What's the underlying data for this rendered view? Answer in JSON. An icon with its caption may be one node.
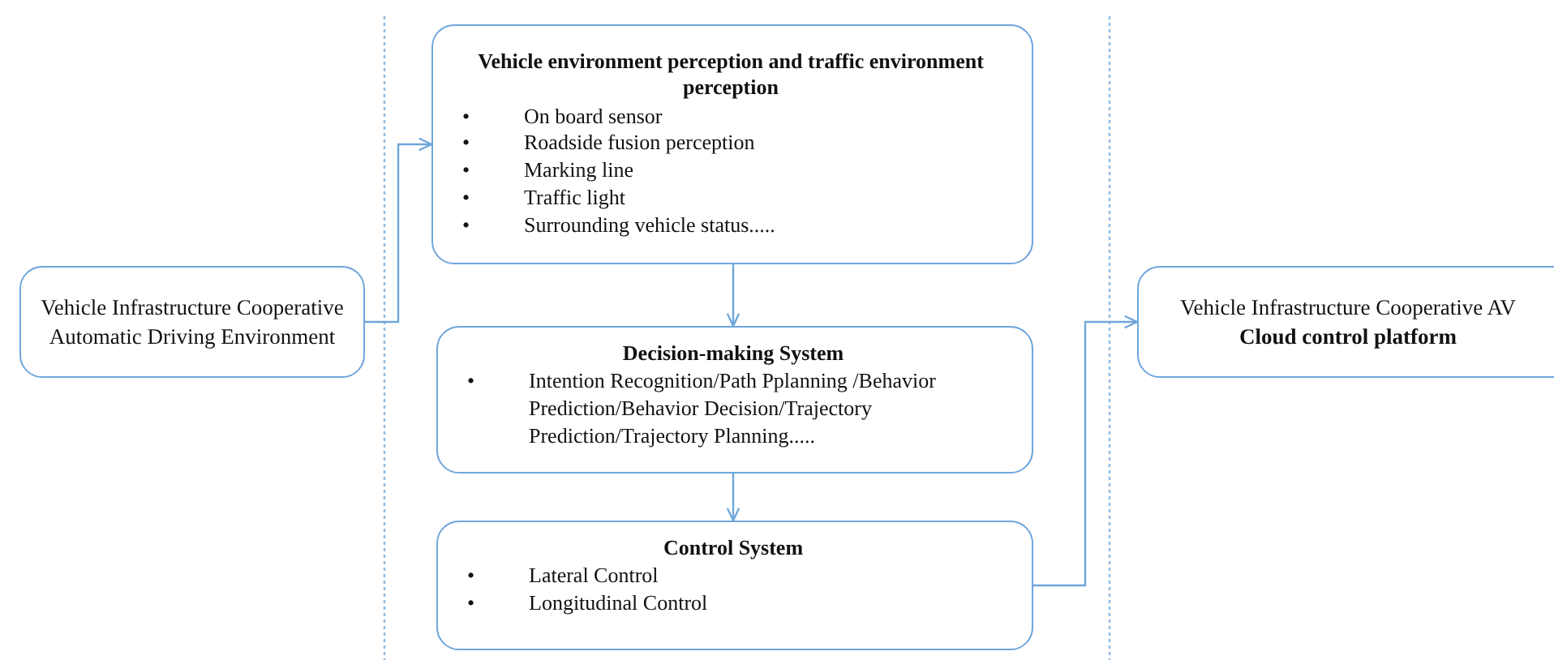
{
  "diagram": {
    "nodes": [
      {
        "text": [
          "Vehicle Infrastructure Cooperative Automatic Driving Environment"
        ]
      },
      {
        "text": [
          "Vehicle environment perception and traffic environment perception",
          "•\tOn board sensor",
          "•\tRoadside fusion perception",
          "•\tMarking line",
          "•\tTraffic light",
          "•\tSurrounding vehicle status....."
        ]
      },
      {
        "text": [
          "Decision-making System",
          "•\tIntention Recognition/Path Pplanning /Behavior Prediction/Behavior Decision/Trajectory Prediction/Trajectory Planning....."
        ]
      },
      {
        "text": [
          "Control System",
          "•\tLateral Control",
          "•\tLongitudinal Control"
        ]
      },
      {
        "text": [
          "Vehicle Infrastructure Cooperative AV **Cloud control platform**"
        ]
      }
    ],
    "edges": [
      {
        "from": 0,
        "to": 1,
        "arrow": "to"
      },
      {
        "from": 1,
        "to": 2,
        "arrow": "to"
      },
      {
        "from": 2,
        "to": 3,
        "arrow": "to"
      },
      {
        "from": 3,
        "to": 4,
        "arrow": "to"
      }
    ]
  }
}
